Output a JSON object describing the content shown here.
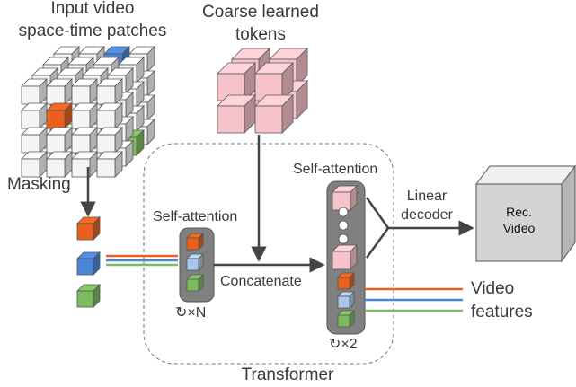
{
  "labels": {
    "input_title_line1": "Input video",
    "input_title_line2": "space-time patches",
    "coarse_line1": "Coarse learned",
    "coarse_line2": "tokens",
    "masking": "Masking",
    "self_attention_1": "Self-attention",
    "self_attention_2": "Self-attention",
    "concatenate": "Concatenate",
    "linear_line1": "Linear",
    "linear_line2": "decoder",
    "rec_line1": "Rec.",
    "rec_line2": "Video",
    "features_line1": "Video",
    "features_line2": "features",
    "loop_1": "↻×N",
    "loop_2": "↻×2",
    "transformer": "Transformer"
  },
  "colors": {
    "orange": "#e8601c",
    "blue": "#4a86d8",
    "green": "#7dbb5e",
    "light_blue": "#a9c7ea",
    "pink": "#f7c3ca",
    "gray_block": "#808080",
    "line": "#444444"
  },
  "icons": {
    "loop": "circular-arrow-icon",
    "arrow": "arrow-head-icon"
  }
}
